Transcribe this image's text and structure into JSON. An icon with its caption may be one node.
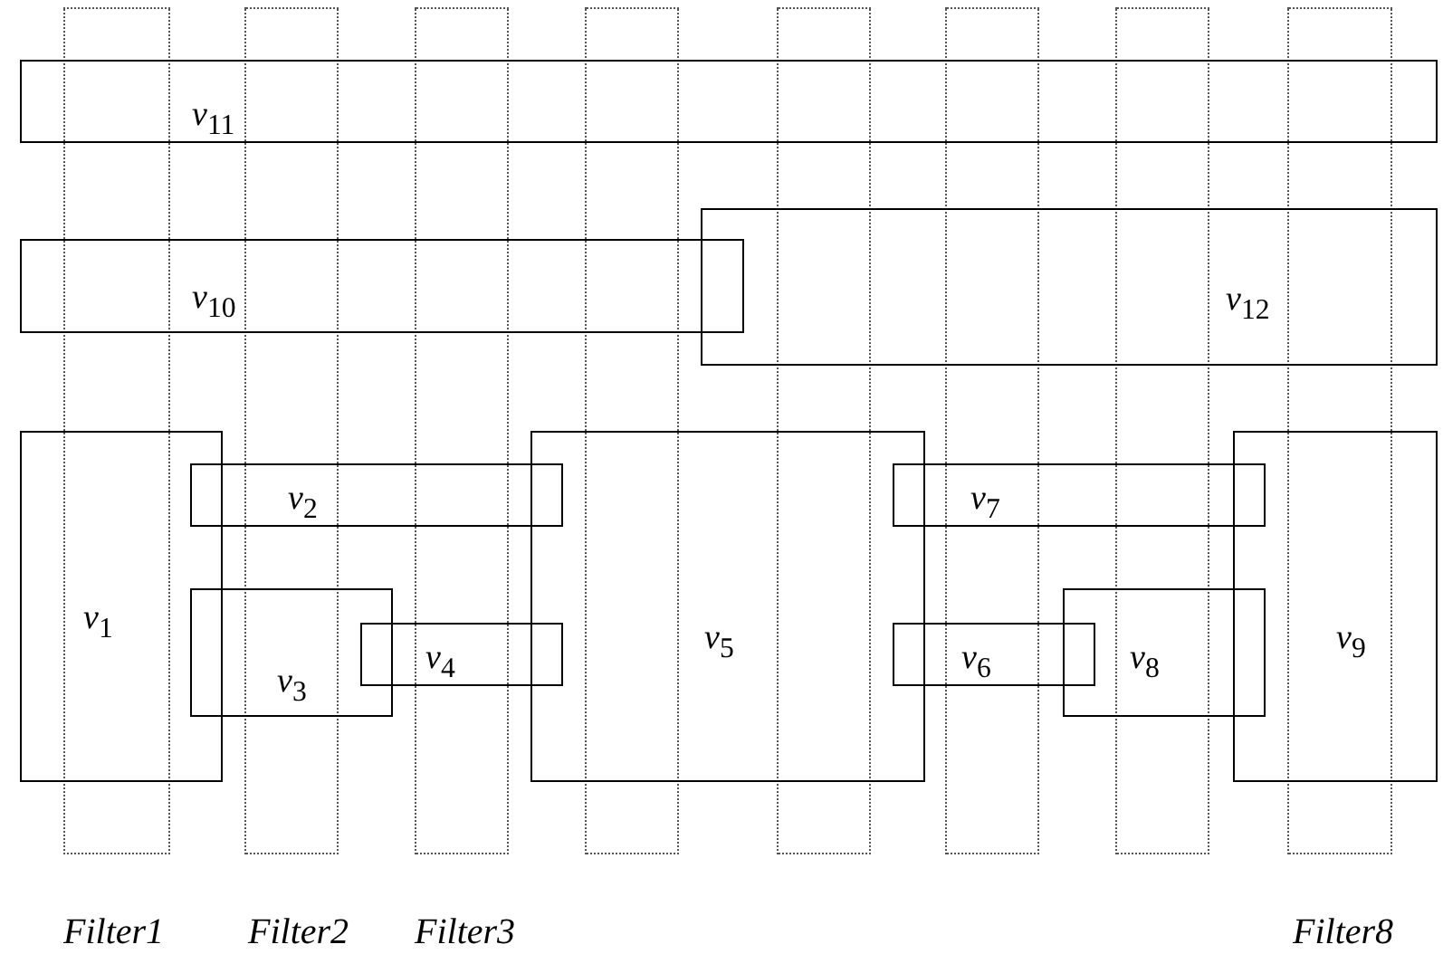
{
  "diagram": {
    "nodes": [
      {
        "text": [
          "*v*$_{11}$"
        ]
      },
      {
        "text": [
          "*v*$_{10}$"
        ]
      },
      {
        "text": [
          "*v*$_{12}$"
        ]
      },
      {
        "text": [
          "*v*$_{1}$"
        ]
      },
      {
        "text": [
          "*v*$_{2}$"
        ]
      },
      {
        "text": [
          "*v*$_{3}$"
        ]
      },
      {
        "text": [
          "*v*$_{4}$"
        ]
      },
      {
        "text": [
          "*v*$_{5}$"
        ]
      },
      {
        "text": [
          "*v*$_{6}$"
        ]
      },
      {
        "text": [
          "*v*$_{7}$"
        ]
      },
      {
        "text": [
          "*v*$_{8}$"
        ]
      },
      {
        "text": [
          "*v*$_{9}$"
        ]
      },
      {
        "text": [],
        "shape": "bar"
      },
      {
        "text": [],
        "shape": "bar"
      },
      {
        "text": [],
        "shape": "bar"
      },
      {
        "text": [],
        "shape": "bar"
      },
      {
        "text": [],
        "shape": "bar"
      },
      {
        "text": [],
        "shape": "bar"
      },
      {
        "text": [],
        "shape": "bar"
      },
      {
        "text": [],
        "shape": "bar"
      }
    ],
    "edges": [],
    "labels": [
      "Filter1",
      "Filter2",
      "Filter3",
      "Filter8"
    ]
  }
}
